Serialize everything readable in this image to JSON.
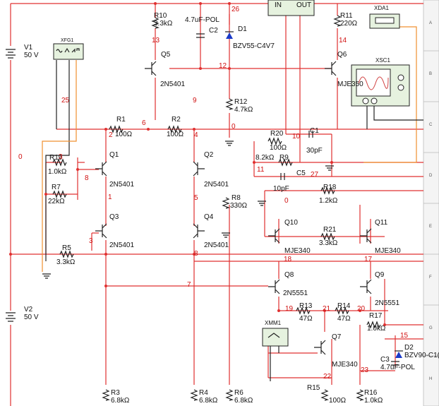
{
  "border_rows": [
    "A",
    "B",
    "C",
    "D",
    "E",
    "F",
    "G",
    "H"
  ],
  "sources": [
    {
      "id": "v1",
      "ref": "V1",
      "value": "50 V"
    },
    {
      "id": "v2",
      "ref": "V2",
      "value": "50 V"
    }
  ],
  "resistors": [
    {
      "id": "r10",
      "ref": "R10",
      "value": "3.3kΩ"
    },
    {
      "id": "r11",
      "ref": "R11",
      "value": "220Ω"
    },
    {
      "id": "r12",
      "ref": "R12",
      "value": "4.7kΩ"
    },
    {
      "id": "r1",
      "ref": "R1",
      "value": "100Ω"
    },
    {
      "id": "r2",
      "ref": "R2",
      "value": "100Ω"
    },
    {
      "id": "r19",
      "ref": "R19",
      "value": "1.0kΩ"
    },
    {
      "id": "r7",
      "ref": "R7",
      "value": "22kΩ"
    },
    {
      "id": "r5",
      "ref": "R5",
      "value": "3.3kΩ"
    },
    {
      "id": "r20",
      "ref": "R20",
      "value": "100Ω"
    },
    {
      "id": "r9",
      "ref": "R9",
      "value": "8.2kΩ"
    },
    {
      "id": "r8",
      "ref": "R8",
      "value": "330Ω"
    },
    {
      "id": "r18",
      "ref": "R18",
      "value": "1.2kΩ"
    },
    {
      "id": "r21",
      "ref": "R21",
      "value": "3.3kΩ"
    },
    {
      "id": "r13",
      "ref": "R13",
      "value": "47Ω"
    },
    {
      "id": "r14",
      "ref": "R14",
      "value": "47Ω"
    },
    {
      "id": "r17",
      "ref": "R17",
      "value": "1.0kΩ"
    },
    {
      "id": "r3",
      "ref": "R3",
      "value": "6.8kΩ"
    },
    {
      "id": "r4",
      "ref": "R4",
      "value": "6.8kΩ"
    },
    {
      "id": "r6",
      "ref": "R6",
      "value": "6.8kΩ"
    },
    {
      "id": "r15",
      "ref": "R15",
      "value": "100Ω"
    },
    {
      "id": "r16",
      "ref": "R16",
      "value": "1.0kΩ"
    }
  ],
  "capacitors": [
    {
      "id": "c2",
      "ref": "C2",
      "value": "4.7uF-POL"
    },
    {
      "id": "c1",
      "ref": "C1",
      "value": "30pF"
    },
    {
      "id": "c5",
      "ref": "C5",
      "value": "10pF"
    },
    {
      "id": "c3",
      "ref": "C3",
      "value": "4.7uF-POL"
    }
  ],
  "diodes": [
    {
      "id": "d1",
      "ref": "D1",
      "value": "BZV55-C4V7"
    },
    {
      "id": "d2",
      "ref": "D2",
      "value": "BZV90-C1("
    }
  ],
  "transistors": [
    {
      "id": "q5",
      "ref": "Q5",
      "value": "2N5401"
    },
    {
      "id": "q6",
      "ref": "Q6",
      "value": "MJE350"
    },
    {
      "id": "q1",
      "ref": "Q1",
      "value": "2N5401"
    },
    {
      "id": "q2",
      "ref": "Q2",
      "value": "2N5401"
    },
    {
      "id": "q3",
      "ref": "Q3",
      "value": "2N5401"
    },
    {
      "id": "q4",
      "ref": "Q4",
      "value": "2N5401"
    },
    {
      "id": "q10",
      "ref": "Q10",
      "value": "MJE340"
    },
    {
      "id": "q11",
      "ref": "Q11",
      "value": "MJE340"
    },
    {
      "id": "q8",
      "ref": "Q8",
      "value": "2N5551"
    },
    {
      "id": "q9",
      "ref": "Q9",
      "value": "2N5551"
    },
    {
      "id": "q7",
      "ref": "Q7",
      "value": "MJE340"
    }
  ],
  "instruments": [
    {
      "id": "xfg1",
      "ref": "XFG1"
    },
    {
      "id": "xsc1",
      "ref": "XSC1"
    },
    {
      "id": "xda1",
      "ref": "XDA1"
    },
    {
      "id": "xmm1",
      "ref": "XMM1"
    },
    {
      "id": "reg",
      "ref": "",
      "pins": [
        "IN",
        "OUT"
      ]
    }
  ],
  "nets": [
    "26",
    "13",
    "12",
    "14",
    "0",
    "6",
    "2",
    "4",
    "3",
    "25",
    "8",
    "1",
    "10",
    "11",
    "27",
    "9",
    "0",
    "5",
    "3",
    "8",
    "7",
    "18",
    "17",
    "19",
    "21",
    "20",
    "15",
    "22",
    "23",
    "0"
  ]
}
